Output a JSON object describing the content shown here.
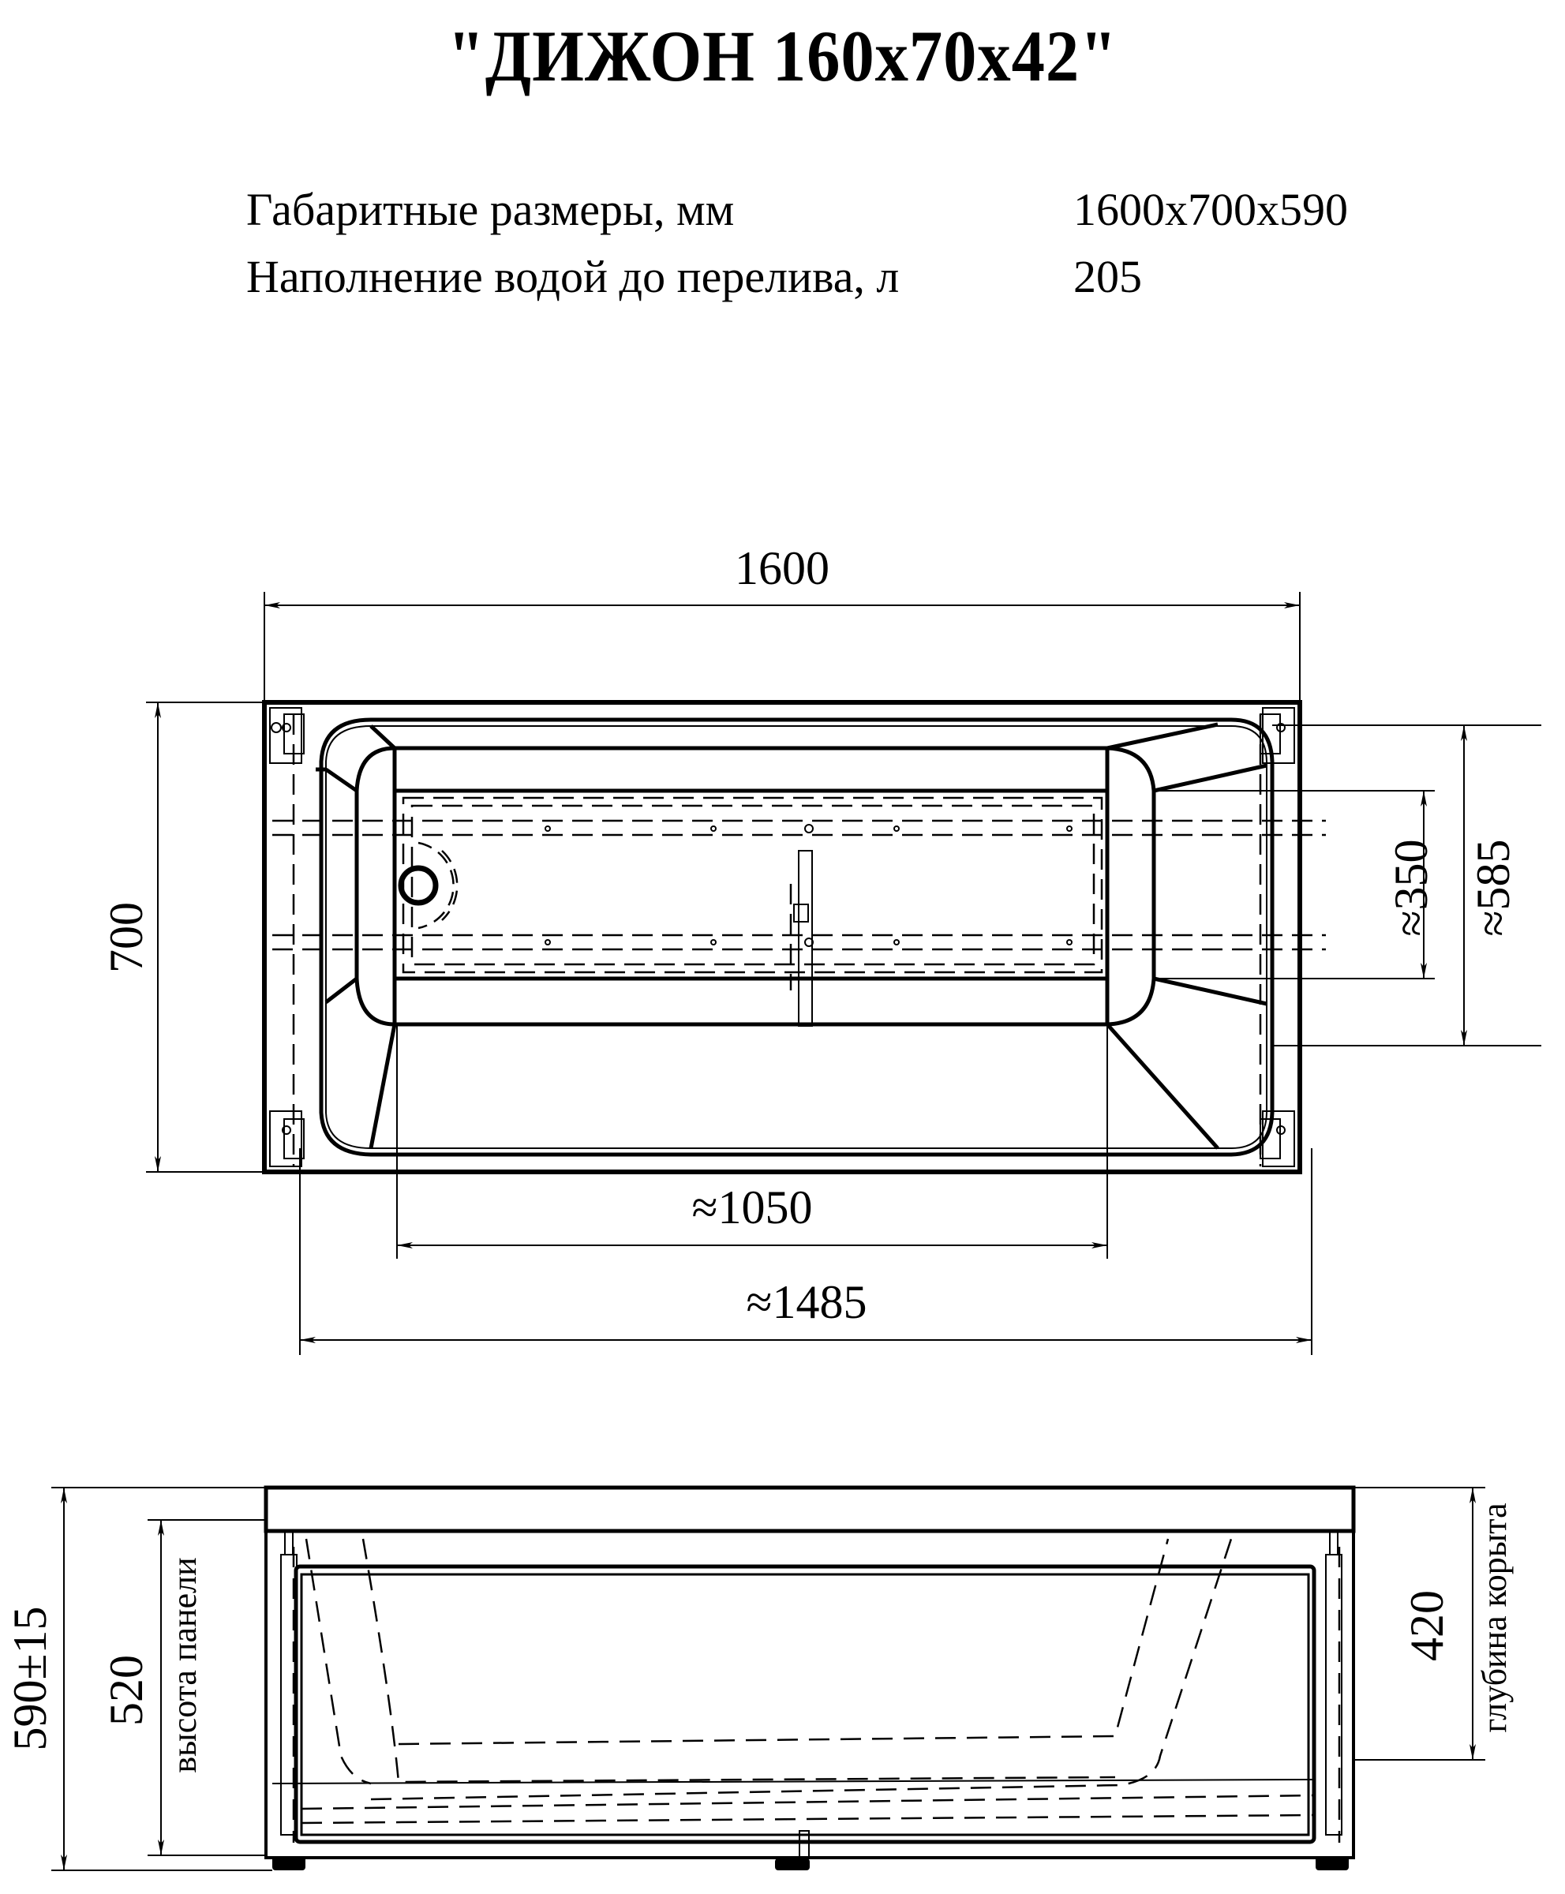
{
  "title": "\"ДИЖОН 160x70x42\"",
  "specs": [
    {
      "label": "Габаритные размеры, мм",
      "value": "1600x700x590"
    },
    {
      "label": "Наполнение водой до перелива, л",
      "value": "205"
    }
  ],
  "top_view": {
    "dimensions": {
      "overall_length": "1600",
      "overall_width": "700",
      "bottom_length": "≈1050",
      "inner_length": "≈1485",
      "bottom_width": "≈350",
      "inner_width": "≈585"
    }
  },
  "side_view": {
    "dimensions": {
      "total_height": "590±15",
      "panel_height": "520",
      "panel_height_label": "высота панели",
      "tub_depth": "420",
      "tub_depth_label": "глубина корыта"
    }
  },
  "colors": {
    "line": "#000000",
    "background": "#ffffff"
  }
}
